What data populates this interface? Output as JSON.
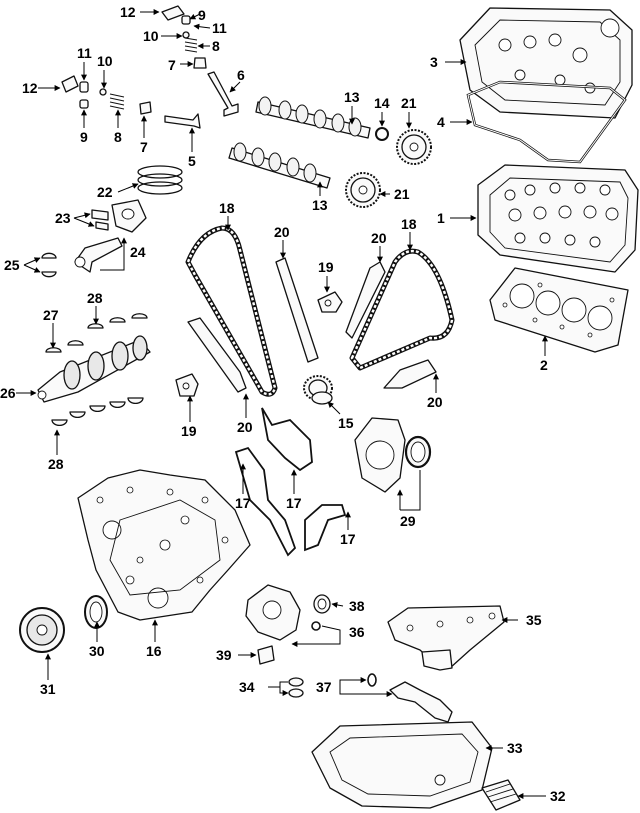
{
  "callouts": {
    "c1": "1",
    "c2": "2",
    "c3": "3",
    "c4": "4",
    "c5": "5",
    "c6": "6",
    "c7a": "7",
    "c7b": "7",
    "c8a": "8",
    "c8b": "8",
    "c9a": "9",
    "c9b": "9",
    "c10a": "10",
    "c10b": "10",
    "c11a": "11",
    "c11b": "11",
    "c12a": "12",
    "c12b": "12",
    "c13a": "13",
    "c13b": "13",
    "c14": "14",
    "c15": "15",
    "c16": "16",
    "c17a": "17",
    "c17b": "17",
    "c17c": "17",
    "c18a": "18",
    "c18b": "18",
    "c19a": "19",
    "c19b": "19",
    "c20a": "20",
    "c20b": "20",
    "c20c": "20",
    "c20d": "20",
    "c21a": "21",
    "c21b": "21",
    "c22": "22",
    "c23": "23",
    "c24": "24",
    "c25": "25",
    "c26": "26",
    "c27": "27",
    "c28a": "28",
    "c28b": "28",
    "c29": "29",
    "c30": "30",
    "c31": "31",
    "c32": "32",
    "c33": "33",
    "c34": "34",
    "c35": "35",
    "c36": "36",
    "c37": "37",
    "c38": "38",
    "c39": "39"
  }
}
